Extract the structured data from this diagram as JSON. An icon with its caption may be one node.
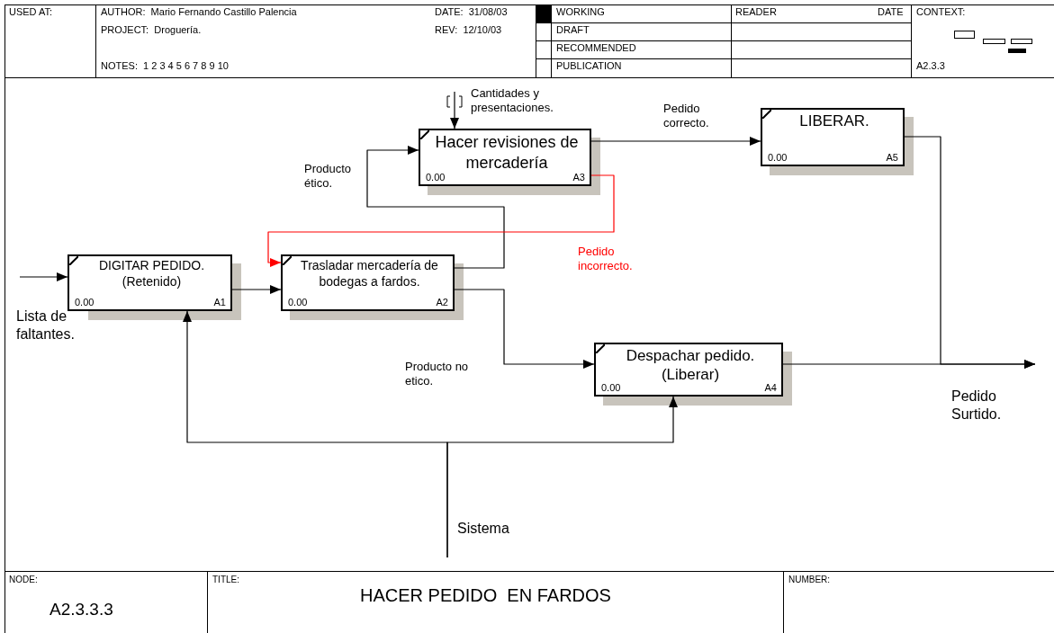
{
  "diagram": {
    "nodes": [
      {
        "text": [
          "DIGITAR PEDIDO. (Retenido)",
          "0.00",
          "A1"
        ]
      },
      {
        "text": [
          "Trasladar mercadería de bodegas a fardos.",
          "0.00",
          "A2"
        ]
      },
      {
        "text": [
          "Hacer revisiones de mercadería",
          "0.00",
          "A3"
        ]
      },
      {
        "text": [
          "LIBERAR.",
          "0.00",
          "A5"
        ]
      },
      {
        "text": [
          "Despachar pedido. (Liberar)",
          "0.00",
          "A4"
        ]
      }
    ],
    "edges": [
      {
        "from": null,
        "to": 0,
        "arrow": "to",
        "label": "Lista de faltantes."
      },
      {
        "from": 0,
        "to": 1,
        "arrow": "to"
      },
      {
        "from": 1,
        "to": 2,
        "arrow": "to",
        "label": "Producto ético."
      },
      {
        "from": 1,
        "to": 4,
        "arrow": "to",
        "label": "Producto no etico."
      },
      {
        "from": 2,
        "to": 3,
        "arrow": "to",
        "label": "Pedido correcto."
      },
      {
        "from": 2,
        "to": 1,
        "arrow": "to",
        "label": "Pedido incorrecto.",
        "color": "#ff0000"
      },
      {
        "from": null,
        "to": 2,
        "arrow": "to",
        "label": "Cantidades y presentaciones."
      },
      {
        "from": 3,
        "to": null,
        "arrow": "to",
        "label": "Pedido Surtido."
      },
      {
        "from": 4,
        "to": null,
        "arrow": "to"
      },
      {
        "from": null,
        "to": 0,
        "arrow": "to",
        "label": "Sistema"
      },
      {
        "from": null,
        "to": 4,
        "arrow": "to"
      }
    ],
    "labels": [
      "USED AT:",
      "AUTHOR:  Mario Fernando Castillo Palencia",
      "DATE:  31/08/03",
      "PROJECT:  Droguería.",
      "REV:  12/10/03",
      "NOTES:  1 2 3 4 5 6 7 8 9 10",
      "WORKING",
      "READER",
      "DATE",
      "CONTEXT:",
      "DRAFT",
      "RECOMMENDED",
      "PUBLICATION",
      "A2.3.3",
      "NODE:",
      "A2.3.3.3",
      "TITLE:",
      "HACER PEDIDO  EN FARDOS",
      "NUMBER:"
    ]
  }
}
